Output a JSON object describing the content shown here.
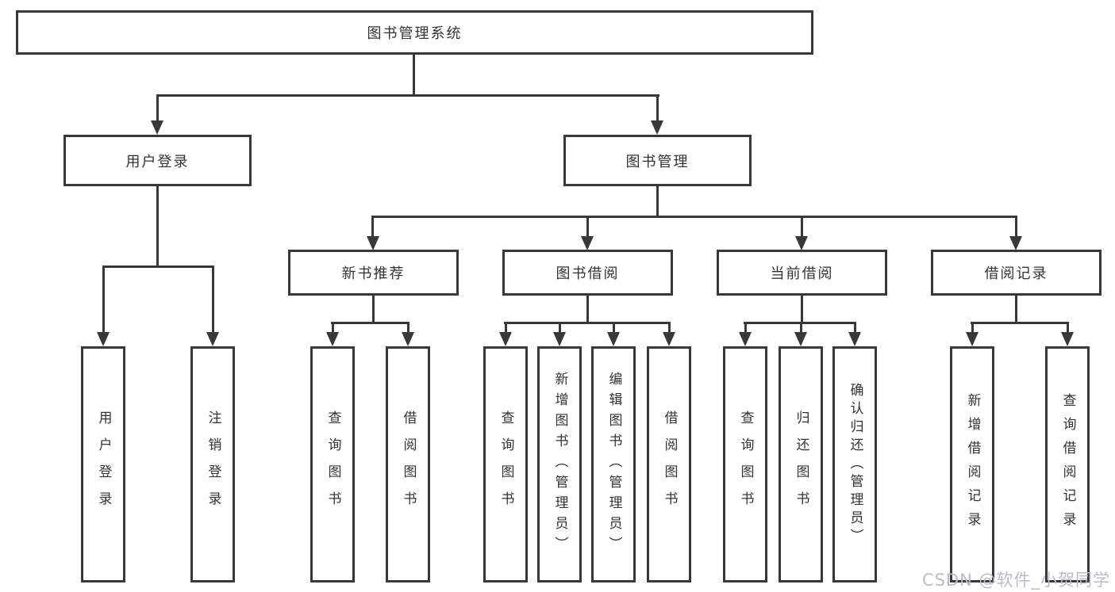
{
  "tree": {
    "root": {
      "label": "图书管理系统",
      "children": [
        {
          "label": "用户登录",
          "children": [
            {
              "label": "用户登录"
            },
            {
              "label": "注销登录"
            }
          ]
        },
        {
          "label": "图书管理",
          "children": [
            {
              "label": "新书推荐",
              "children": [
                {
                  "label": "查询图书"
                },
                {
                  "label": "借阅图书"
                }
              ]
            },
            {
              "label": "图书借阅",
              "children": [
                {
                  "label": "查询图书"
                },
                {
                  "label": "新增图书（管理员）"
                },
                {
                  "label": "编辑图书（管理员）"
                },
                {
                  "label": "借阅图书"
                }
              ]
            },
            {
              "label": "当前借阅",
              "children": [
                {
                  "label": "查询图书"
                },
                {
                  "label": "归还图书"
                },
                {
                  "label": "确认归还（管理员）"
                }
              ]
            },
            {
              "label": "借阅记录",
              "children": [
                {
                  "label": "新增借阅记录"
                },
                {
                  "label": "查询借阅记录"
                }
              ]
            }
          ]
        }
      ]
    }
  },
  "watermark": {
    "text": "CSDN @软件_小贺同学"
  },
  "colors": {
    "line": "#383838",
    "box_border": "#383838",
    "text": "#333333",
    "watermark": "#b9bdc6",
    "background": "#ffffff"
  }
}
